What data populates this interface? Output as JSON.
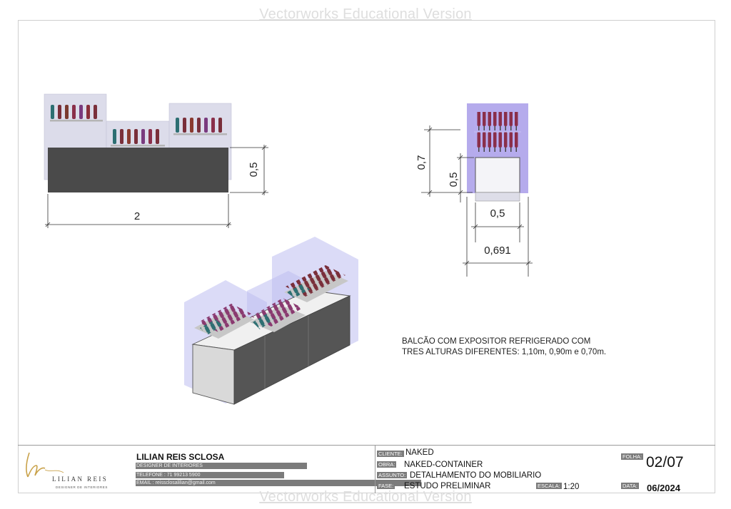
{
  "watermark": "Vectorworks Educational Version",
  "drawing": {
    "front_view": {
      "width_dim": "2",
      "height_dim": "0,5"
    },
    "side_view": {
      "total_height_dim": "0,7",
      "base_height_dim": "0,5",
      "base_width_dim": "0,5",
      "total_width_dim": "0,691"
    },
    "note_lines": [
      "BALCÃO COM EXPOSITOR REFRIGERADO COM",
      "TRES ALTURAS DIFERENTES: 1,10m, 0,90m e 0,70m."
    ],
    "colors": {
      "counter": "#4a4a4a",
      "glass": "#c8c8ee",
      "glass_side": "#9c8fe6",
      "bottle_teal": "#2d6f72",
      "bottle_red": "#8a2f3a",
      "bottle_purple": "#7a3a7e"
    }
  },
  "title_block": {
    "logo": {
      "monogram": "lr",
      "name": "LILIAN REIS",
      "subtitle": "DESIGNER DE INTERIORES"
    },
    "designer": {
      "name": "LILIAN REIS SCLOSA",
      "role": "DESIGNER DE INTERIORES",
      "phone": "TELEFONE : 71 99213 5900",
      "email": "EMAIL : reissclosalilian@gmail.com"
    },
    "cliente_label": "CLIENTE:",
    "cliente": "NAKED",
    "obra_label": "OBRA:",
    "obra": "NAKED-CONTAINER",
    "assunto_label": "ASSUNTO:",
    "assunto": "DETALHAMENTO DO MOBILIARIO",
    "fase_label": "FASE:",
    "fase": "ESTUDO PRELIMINAR",
    "escala_label": "ESCALA:",
    "escala": "1:20",
    "folha_label": "FOLHA:",
    "folha": "02/07",
    "data_label": "DATA:",
    "data": "06/2024"
  }
}
